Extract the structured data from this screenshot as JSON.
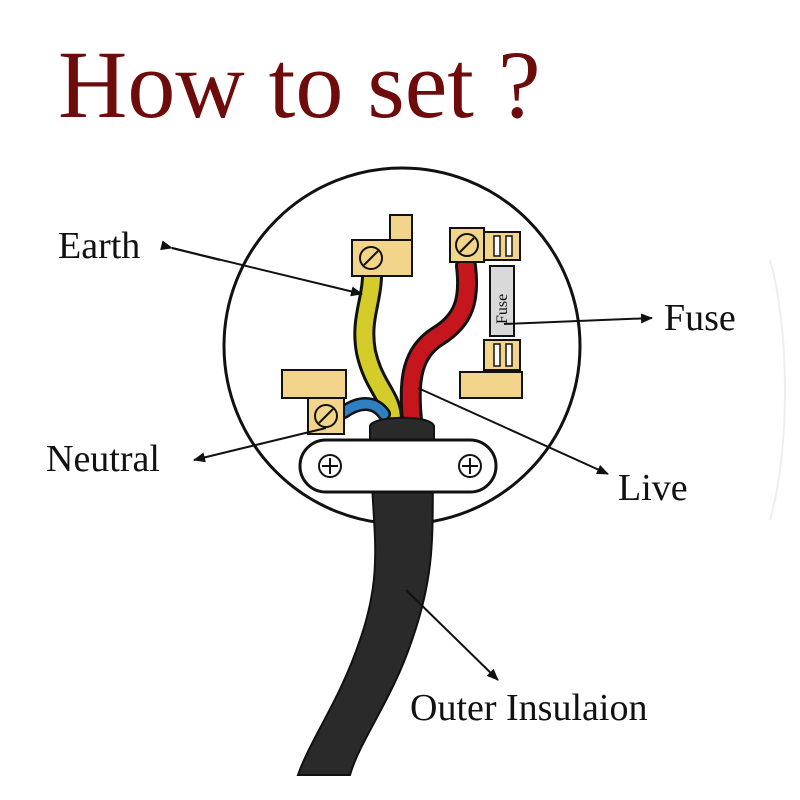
{
  "title": "How to set ?",
  "labels": {
    "earth": "Earth",
    "fuse": "Fuse",
    "neutral": "Neutral",
    "live": "Live",
    "outer": "Outer Insulaion",
    "fuse_body": "Fuse"
  },
  "colors": {
    "title": "#6e0b0b",
    "earth_wire": "#d4cc2a",
    "live_wire": "#c4161c",
    "neutral_wire": "#2d7fc1",
    "terminal": "#f2d58a",
    "cable": "#2a2a2a"
  }
}
